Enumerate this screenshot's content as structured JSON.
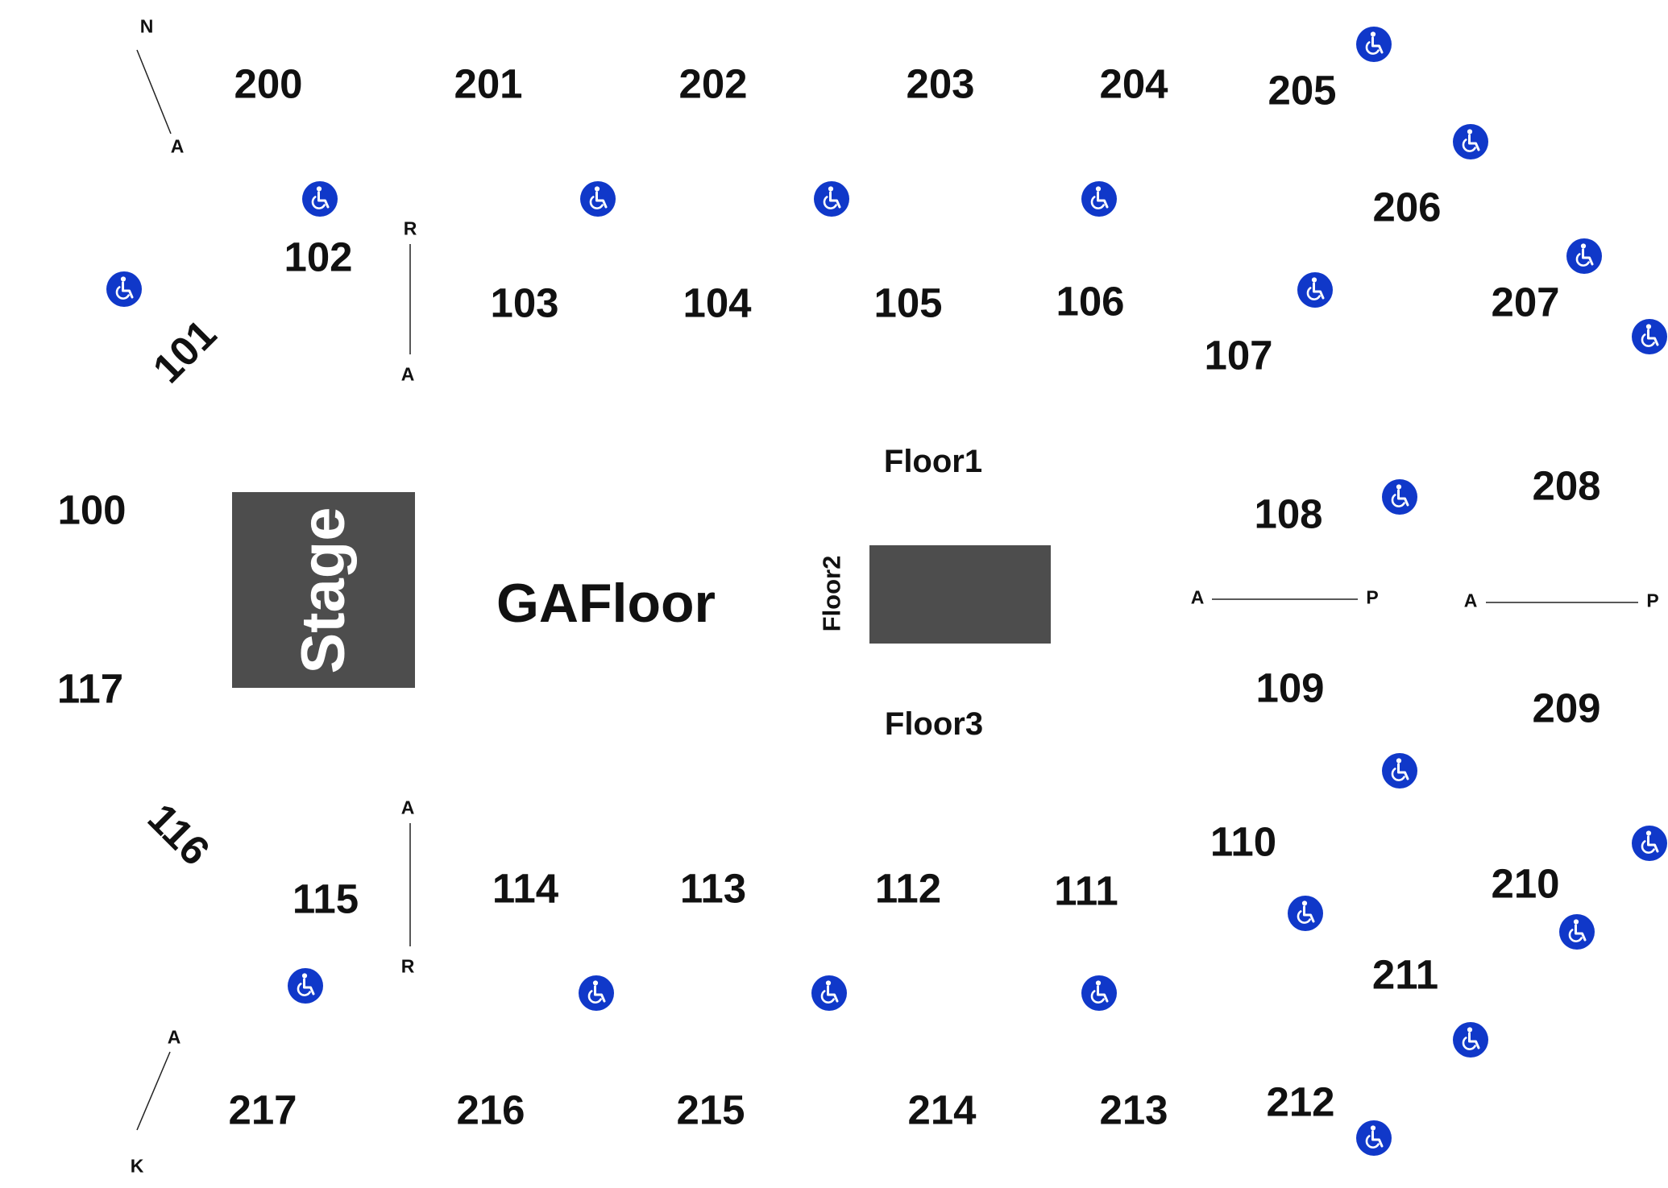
{
  "venue_map": {
    "stage_label": "Stage",
    "ga_floor_label": "GAFloor",
    "floor_sections": {
      "floor1": "Floor1",
      "floor2": "Floor2",
      "floor3": "Floor3"
    },
    "upper_sections": {
      "s200": "200",
      "s201": "201",
      "s202": "202",
      "s203": "203",
      "s204": "204",
      "s205": "205",
      "s206": "206",
      "s207": "207",
      "s208": "208",
      "s209": "209",
      "s210": "210",
      "s211": "211",
      "s212": "212",
      "s213": "213",
      "s214": "214",
      "s215": "215",
      "s216": "216",
      "s217": "217"
    },
    "lower_sections": {
      "s100": "100",
      "s101": "101",
      "s102": "102",
      "s103": "103",
      "s104": "104",
      "s105": "105",
      "s106": "106",
      "s107": "107",
      "s108": "108",
      "s109": "109",
      "s110": "110",
      "s111": "111",
      "s112": "112",
      "s113": "113",
      "s114": "114",
      "s115": "115",
      "s116": "116",
      "s117": "117"
    },
    "row_labels": {
      "n": "N",
      "a": "A",
      "r": "R",
      "p": "P",
      "k": "K"
    },
    "accessible_icon": "wheelchair-accessible-icon",
    "colors": {
      "section_text": "#111111",
      "stage_fill": "#4d4d4d",
      "accessible_blue": "#1038c9"
    }
  }
}
